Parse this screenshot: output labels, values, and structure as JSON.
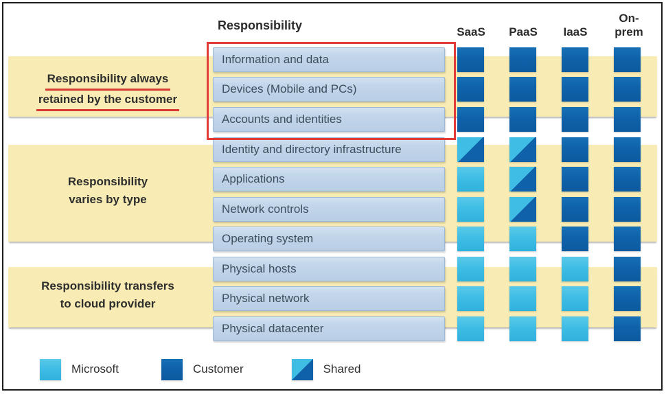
{
  "header": {
    "responsibility": "Responsibility",
    "columns": [
      "SaaS",
      "PaaS",
      "IaaS",
      "On-prem"
    ]
  },
  "groups": [
    {
      "lines": [
        "Responsibility always",
        "retained by the customer"
      ],
      "underline": true
    },
    {
      "lines": [
        "Responsibility",
        "varies by type"
      ],
      "underline": false
    },
    {
      "lines": [
        "Responsibility transfers",
        "to cloud provider"
      ],
      "underline": false
    }
  ],
  "rows": [
    {
      "label": "Information and data",
      "cells": [
        "customer",
        "customer",
        "customer",
        "customer"
      ]
    },
    {
      "label": "Devices (Mobile and PCs)",
      "cells": [
        "customer",
        "customer",
        "customer",
        "customer"
      ]
    },
    {
      "label": "Accounts and identities",
      "cells": [
        "customer",
        "customer",
        "customer",
        "customer"
      ]
    },
    {
      "label": "Identity and directory infrastructure",
      "cells": [
        "shared",
        "shared",
        "customer",
        "customer"
      ]
    },
    {
      "label": "Applications",
      "cells": [
        "microsoft",
        "shared",
        "customer",
        "customer"
      ]
    },
    {
      "label": "Network controls",
      "cells": [
        "microsoft",
        "shared",
        "customer",
        "customer"
      ]
    },
    {
      "label": "Operating system",
      "cells": [
        "microsoft",
        "microsoft",
        "customer",
        "customer"
      ]
    },
    {
      "label": "Physical hosts",
      "cells": [
        "microsoft",
        "microsoft",
        "microsoft",
        "customer"
      ]
    },
    {
      "label": "Physical network",
      "cells": [
        "microsoft",
        "microsoft",
        "microsoft",
        "customer"
      ]
    },
    {
      "label": "Physical datacenter",
      "cells": [
        "microsoft",
        "microsoft",
        "microsoft",
        "customer"
      ]
    }
  ],
  "legend": [
    {
      "label": "Microsoft",
      "type": "microsoft"
    },
    {
      "label": "Customer",
      "type": "customer"
    },
    {
      "label": "Shared",
      "type": "shared"
    }
  ],
  "colors": {
    "microsoft": "#3fbde4",
    "microsoft_light": "#5ac9e9",
    "microsoft_deep": "#2fb2dd",
    "customer": "#0f62a9",
    "customer_light": "#1670b5",
    "customer_deep": "#0c5aa0",
    "band": "#f8ecb4",
    "red": "#e23c38",
    "pill_bg": "#c3d6ea",
    "pill_text": "#3c4d5d"
  }
}
